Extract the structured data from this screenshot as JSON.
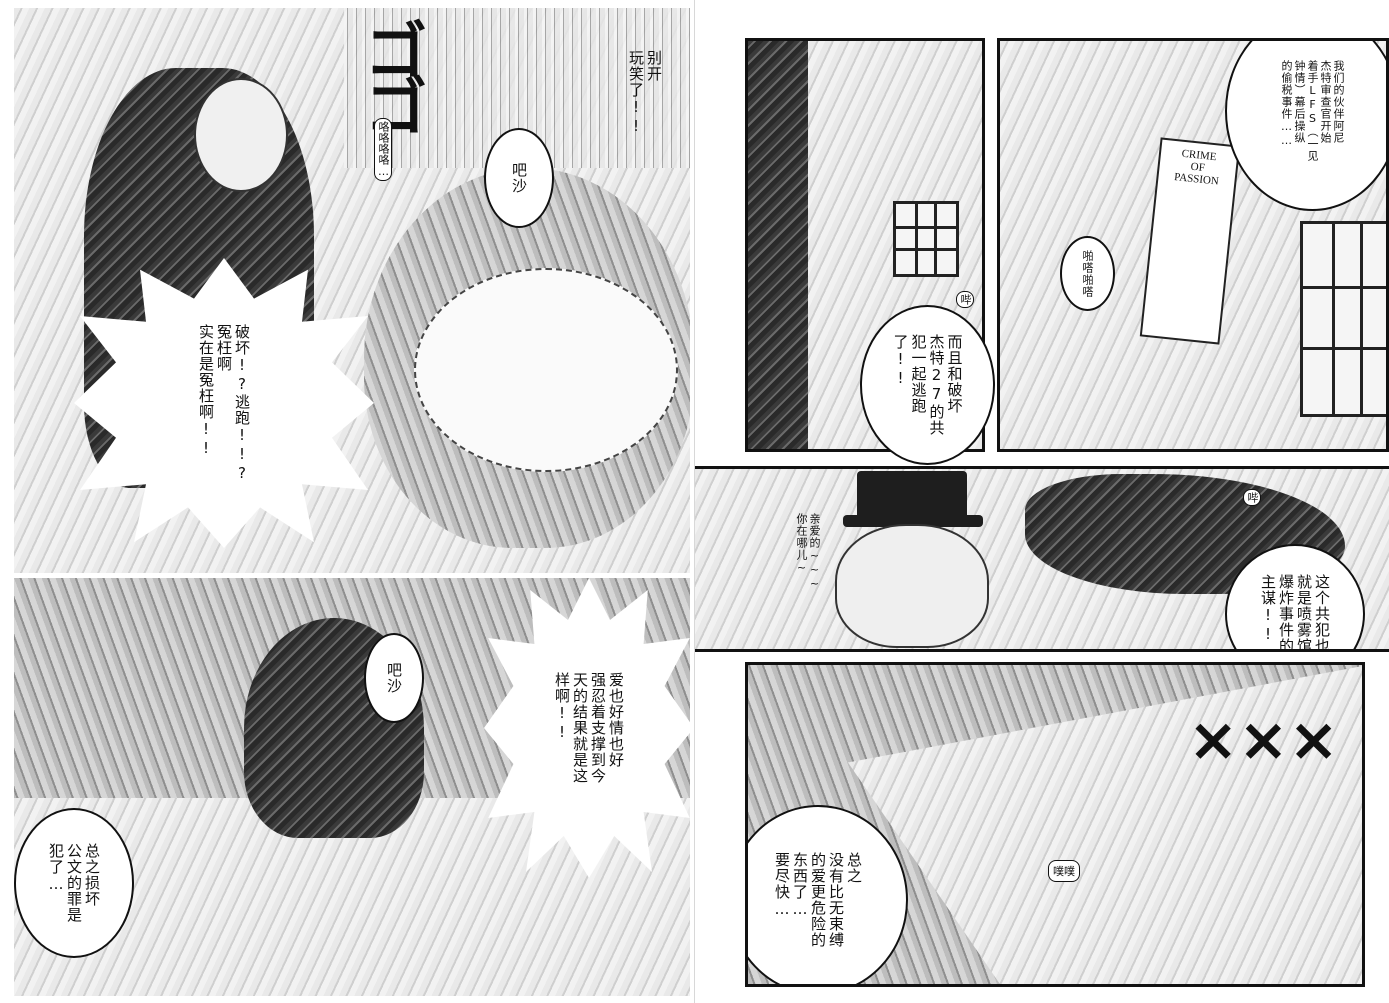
{
  "left_page": {
    "top_panel": {
      "speech_jokes": "别开\n玩笑了!!",
      "speech_destroy": "破坏!?逃跑!!?\n冤枉啊\n实在是冤枉啊!!",
      "sfx_giggle": "咯咯咯咯…",
      "sfx_basha": "吧沙"
    },
    "bottom_panel": {
      "sfx_basha": "吧沙",
      "speech_love": "爱也好情也好\n强忍着支撑到今\n天的结果就是这\n样啊!!",
      "speech_damage": "总之损坏\n公文的罪是\n犯了…"
    }
  },
  "right_page": {
    "top_left_panel": {
      "sfx_bang": "哔"
    },
    "top_right_panel": {
      "poster_text": "CRIME\nOF\nPASSION",
      "speech_audit": "我们的伙伴阿尼\n杰特审查官开始\n着手LFS（一见\n钟情）幕后操纵\n的偷税事件……",
      "sfx_pachi": "啪嗒啪嗒"
    },
    "center_bubble": {
      "speech_escape": "而且和破坏\n杰特27的共\n犯一起逃跑\n了!!"
    },
    "middle_panel": {
      "speech_darling": "亲爱的~~~\n你在哪儿~",
      "speech_culprit": "这个共犯也\n就是喷雾馆\n爆炸事件的\n主谋!!",
      "sfx_beep": "哔"
    },
    "bottom_panel": {
      "speech_hurry": "总之\n没有比无束缚\n的爱更危险的\n东西了…\n要尽快…",
      "sfx_puff": "噗噗"
    }
  }
}
